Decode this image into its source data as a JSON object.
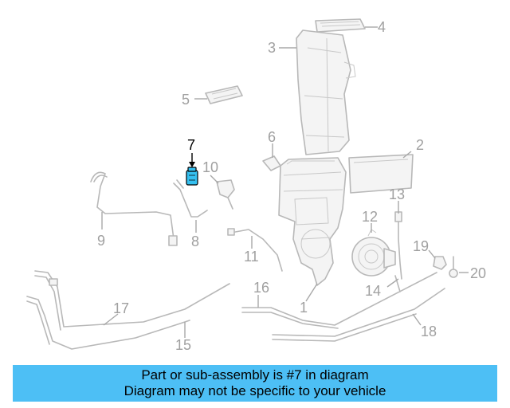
{
  "callouts": {
    "c1": "1",
    "c2": "2",
    "c3": "3",
    "c4": "4",
    "c5": "5",
    "c6": "6",
    "c7": "7",
    "c8": "8",
    "c9": "9",
    "c10": "10",
    "c11": "11",
    "c12": "12",
    "c13": "13",
    "c14": "14",
    "c15": "15",
    "c16": "16",
    "c17": "17",
    "c18": "18",
    "c19": "19",
    "c20": "20"
  },
  "highlighted_part": "7",
  "colors": {
    "highlight": "#35c0f0",
    "banner": "#4dbff5",
    "line_art": "#b8b8b8",
    "callout_text": "#a0a0a0"
  },
  "banner": {
    "line1": "Part or sub-assembly is #7 in diagram",
    "line2": "Diagram may not be specific to your vehicle"
  }
}
